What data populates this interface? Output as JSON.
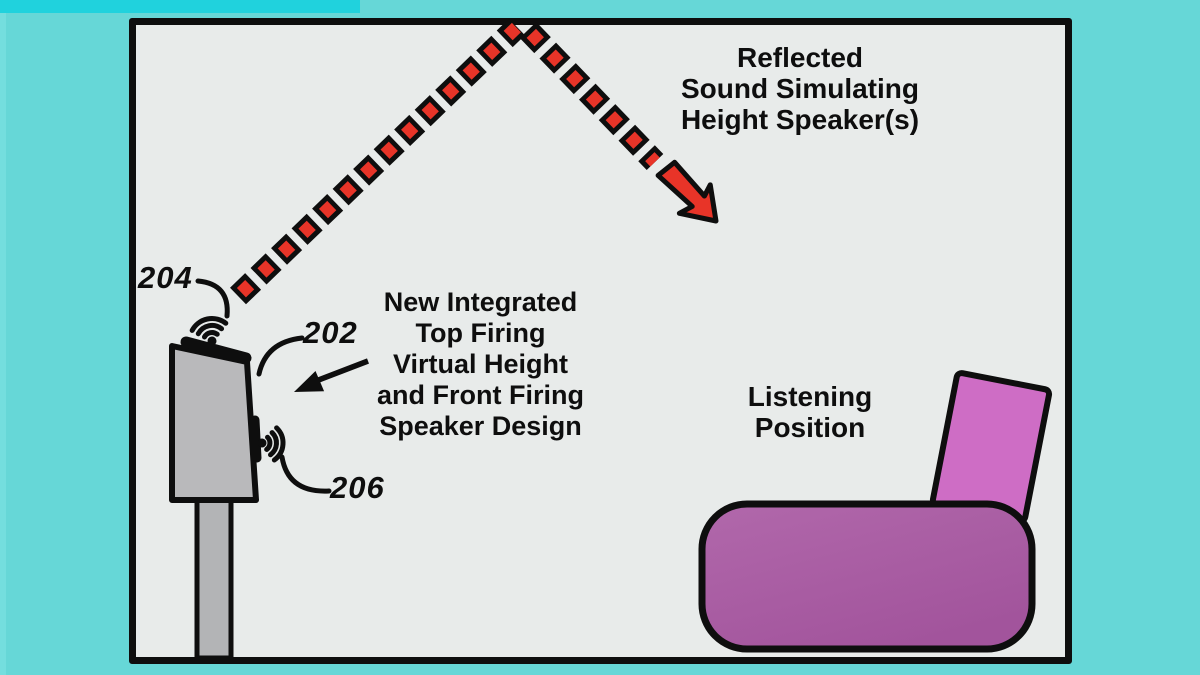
{
  "figure": {
    "reflected_label": "Reflected\nSound Simulating\nHeight Speaker(s)",
    "design_label": "New Integrated\nTop Firing\nVirtual Height\nand Front Firing\nSpeaker Design",
    "listening_label": "Listening\nPosition",
    "ref_top_waves": "204",
    "ref_speaker": "202",
    "ref_front_waves": "206"
  },
  "icons": {
    "top_sound_waves": "wifi-arcs",
    "front_sound_waves": "wifi-arcs",
    "beam_arrowhead": "thick-red-arrow",
    "annotation_arrow": "solid-black-arrow"
  },
  "colors": {
    "background_teal": "#66d7d7",
    "accent_cyan": "#20d2dd",
    "edge_cyan": "#74dede",
    "panel_fill": "#e8ebea",
    "ink": "#0e0e0e",
    "beam_red": "#e83428",
    "speaker_gray": "#b9b9bb",
    "stand_gray": "#b3b4b6",
    "chair_seat_light": "#b168ab",
    "chair_seat_dark": "#a2549c",
    "chair_back": "#ce6dc5"
  }
}
